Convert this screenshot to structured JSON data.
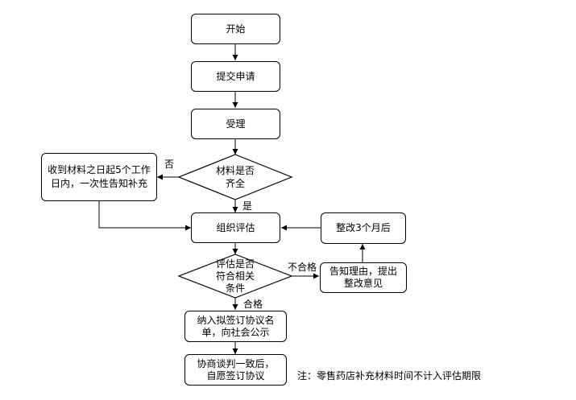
{
  "nodes": {
    "start": "开始",
    "submit": "提交申请",
    "accept": "受理",
    "materials_check": [
      "材料是否",
      "齐全"
    ],
    "supplement": [
      "收到材料之日起5个工作",
      "日内，一次性告知补充"
    ],
    "evaluate": "组织评估",
    "rectify": "整改3个月后",
    "criteria_check": [
      "评估是否",
      "符合相关",
      "条件"
    ],
    "notify": [
      "告知理由，提出",
      "整改意见"
    ],
    "include": [
      "纳入拟签订协议名",
      "单，向社会公示"
    ],
    "negotiate": [
      "协商谈判一致后，",
      "自愿签订协议"
    ]
  },
  "edge_labels": {
    "no": "否",
    "yes": "是",
    "fail": "不合格",
    "pass": "合格"
  },
  "note": "注：零售药店补充材料时间不计入评估期限"
}
